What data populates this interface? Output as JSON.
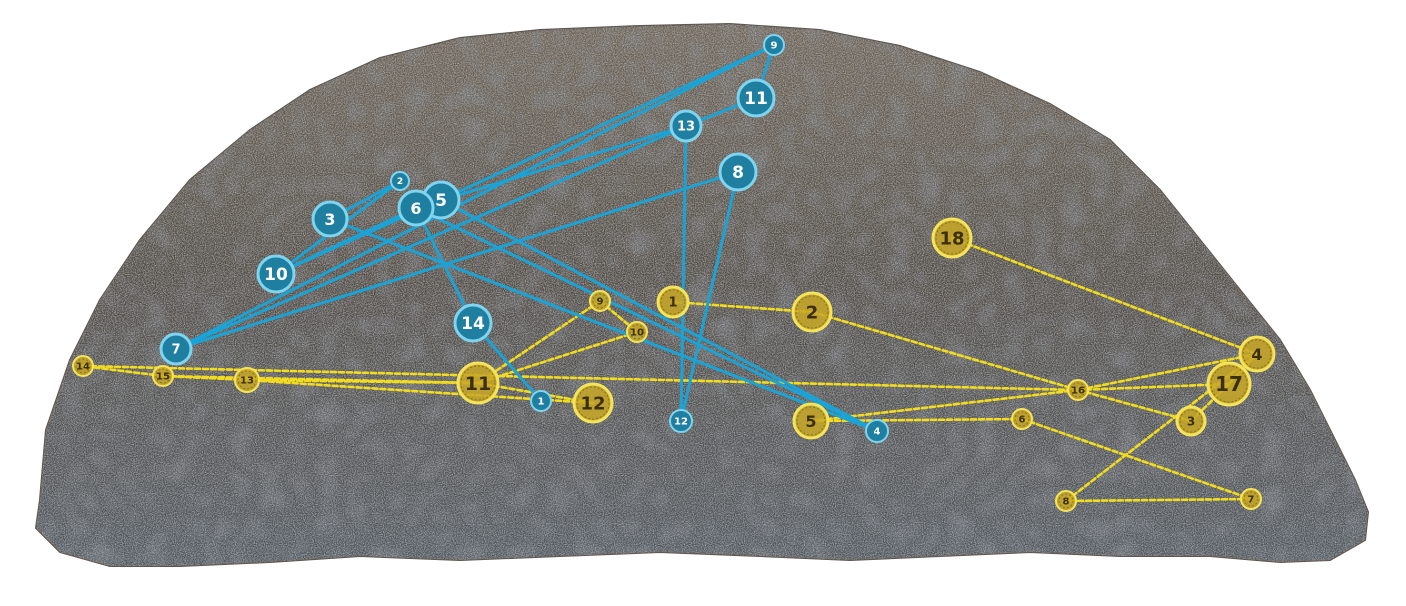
{
  "colors": {
    "background": "#ffffff",
    "stone_dark": "#4a4744",
    "stone_mid": "#6f6a62",
    "stone_light": "#8e8577",
    "stone_blue": "#4f5a66",
    "blue_route": "#1aa3d6",
    "blue_node_fill": "#1f7fa0",
    "blue_node_ring": "#7fd4f0",
    "yellow_route": "#f2dc1c",
    "yellow_node_fill": "#c9a826",
    "yellow_node_ring": "#f5e45a",
    "yellow_label": "#3a2f10"
  },
  "blue_sequence": {
    "nodes": [
      {
        "id": "1",
        "label": "1"
      },
      {
        "id": "2",
        "label": "2"
      },
      {
        "id": "3",
        "label": "3"
      },
      {
        "id": "4",
        "label": "4"
      },
      {
        "id": "5",
        "label": "5"
      },
      {
        "id": "6",
        "label": "6"
      },
      {
        "id": "7",
        "label": "7"
      },
      {
        "id": "8",
        "label": "8"
      },
      {
        "id": "9",
        "label": "9"
      },
      {
        "id": "10",
        "label": "10"
      },
      {
        "id": "11",
        "label": "11"
      },
      {
        "id": "12",
        "label": "12"
      },
      {
        "id": "13",
        "label": "13"
      },
      {
        "id": "14",
        "label": "14"
      }
    ],
    "edges": [
      [
        "1",
        "14"
      ],
      [
        "14",
        "6"
      ],
      [
        "6",
        "4"
      ],
      [
        "4",
        "3"
      ],
      [
        "3",
        "2"
      ],
      [
        "2",
        "10"
      ],
      [
        "10",
        "5"
      ],
      [
        "5",
        "9"
      ],
      [
        "9",
        "7"
      ],
      [
        "7",
        "8"
      ],
      [
        "8",
        "12"
      ],
      [
        "12",
        "13"
      ],
      [
        "13",
        "11"
      ],
      [
        "11",
        "9"
      ],
      [
        "13",
        "7"
      ],
      [
        "13",
        "6"
      ],
      [
        "6",
        "10"
      ],
      [
        "5",
        "4"
      ]
    ]
  },
  "yellow_sequence": {
    "nodes": [
      {
        "id": "1",
        "label": "1"
      },
      {
        "id": "2",
        "label": "2"
      },
      {
        "id": "3",
        "label": "3"
      },
      {
        "id": "4",
        "label": "4"
      },
      {
        "id": "5",
        "label": "5"
      },
      {
        "id": "6",
        "label": "6"
      },
      {
        "id": "7",
        "label": "7"
      },
      {
        "id": "8",
        "label": "8"
      },
      {
        "id": "9",
        "label": "9"
      },
      {
        "id": "10",
        "label": "10"
      },
      {
        "id": "11",
        "label": "11"
      },
      {
        "id": "12",
        "label": "12"
      },
      {
        "id": "13",
        "label": "13"
      },
      {
        "id": "14",
        "label": "14"
      },
      {
        "id": "15",
        "label": "15"
      },
      {
        "id": "16",
        "label": "16"
      },
      {
        "id": "17",
        "label": "17"
      },
      {
        "id": "18",
        "label": "18"
      }
    ],
    "edges": [
      [
        "1",
        "2"
      ],
      [
        "2",
        "16"
      ],
      [
        "16",
        "3"
      ],
      [
        "3",
        "17"
      ],
      [
        "17",
        "4"
      ],
      [
        "4",
        "16"
      ],
      [
        "16",
        "5"
      ],
      [
        "5",
        "6"
      ],
      [
        "6",
        "7"
      ],
      [
        "7",
        "8"
      ],
      [
        "8",
        "4"
      ],
      [
        "9",
        "10"
      ],
      [
        "10",
        "11"
      ],
      [
        "11",
        "12"
      ],
      [
        "12",
        "13"
      ],
      [
        "13",
        "15"
      ],
      [
        "15",
        "14"
      ],
      [
        "14",
        "16"
      ],
      [
        "16",
        "17"
      ],
      [
        "15",
        "11"
      ],
      [
        "18",
        "4"
      ],
      [
        "9",
        "11"
      ],
      [
        "11",
        "13"
      ]
    ]
  }
}
